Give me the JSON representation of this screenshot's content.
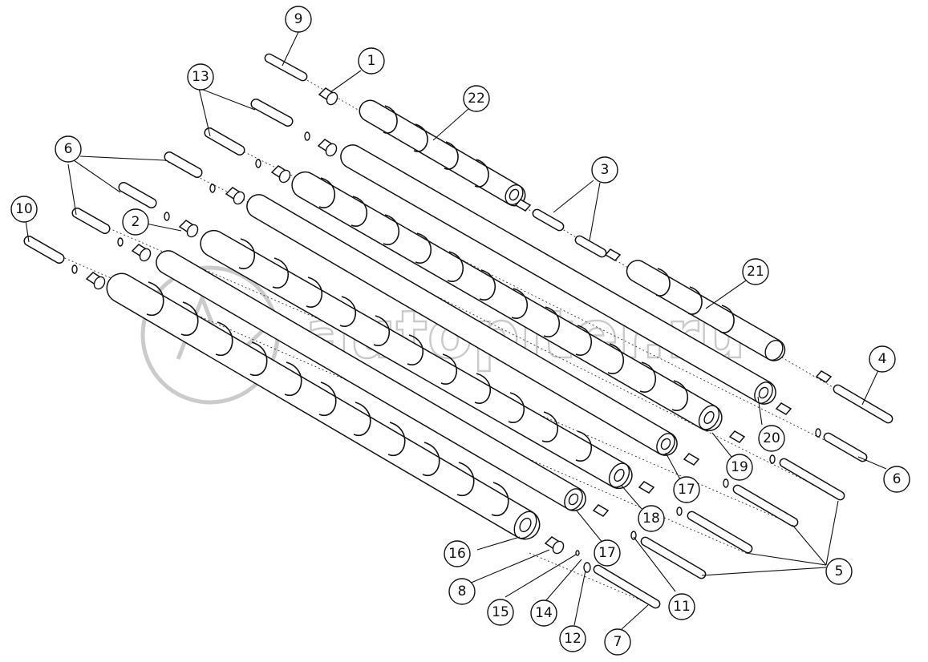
{
  "diagram": {
    "callouts": [
      "1",
      "2",
      "3",
      "4",
      "5",
      "6",
      "7",
      "8",
      "9",
      "10",
      "11",
      "12",
      "13",
      "14",
      "15",
      "16",
      "17",
      "18",
      "19",
      "20",
      "21",
      "22"
    ]
  },
  "watermark": {
    "text": "autopiter.ru",
    "logo_icon": "autopiter-a-logo-icon"
  },
  "colors": {
    "ink": "#111111",
    "watermark": "#b9b9b9",
    "background": "#ffffff"
  }
}
